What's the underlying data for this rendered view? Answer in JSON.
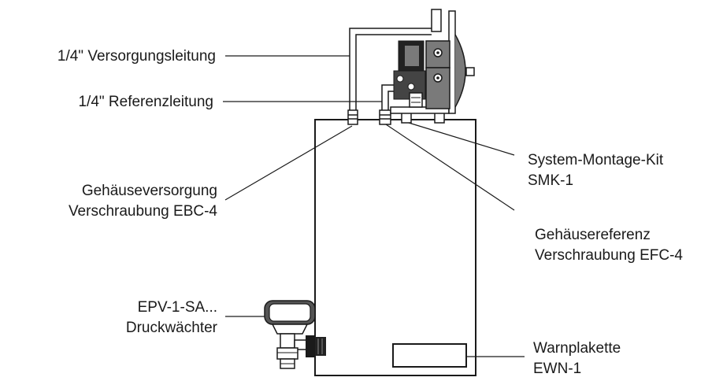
{
  "labels": {
    "supply_line": "1/4\" Versorgungsleitung",
    "reference_line": "1/4\" Referenzleitung",
    "housing_supply": [
      "Gehäuseversorgung",
      "Verschraubung EBC-4"
    ],
    "pressure_switch": [
      "EPV-1-SA...",
      "Druckwächter"
    ],
    "mounting_kit": [
      "System-Montage-Kit",
      "SMK-1"
    ],
    "housing_reference": [
      "Gehäusereferenz",
      "Verschraubung EFC-4"
    ],
    "warning_plate": [
      "Warnplakette",
      "EWN-1"
    ]
  },
  "colors": {
    "line": "#1a1a1a",
    "fill": "#ffffff",
    "component": "#7a7a7a",
    "dark": "#222222"
  }
}
